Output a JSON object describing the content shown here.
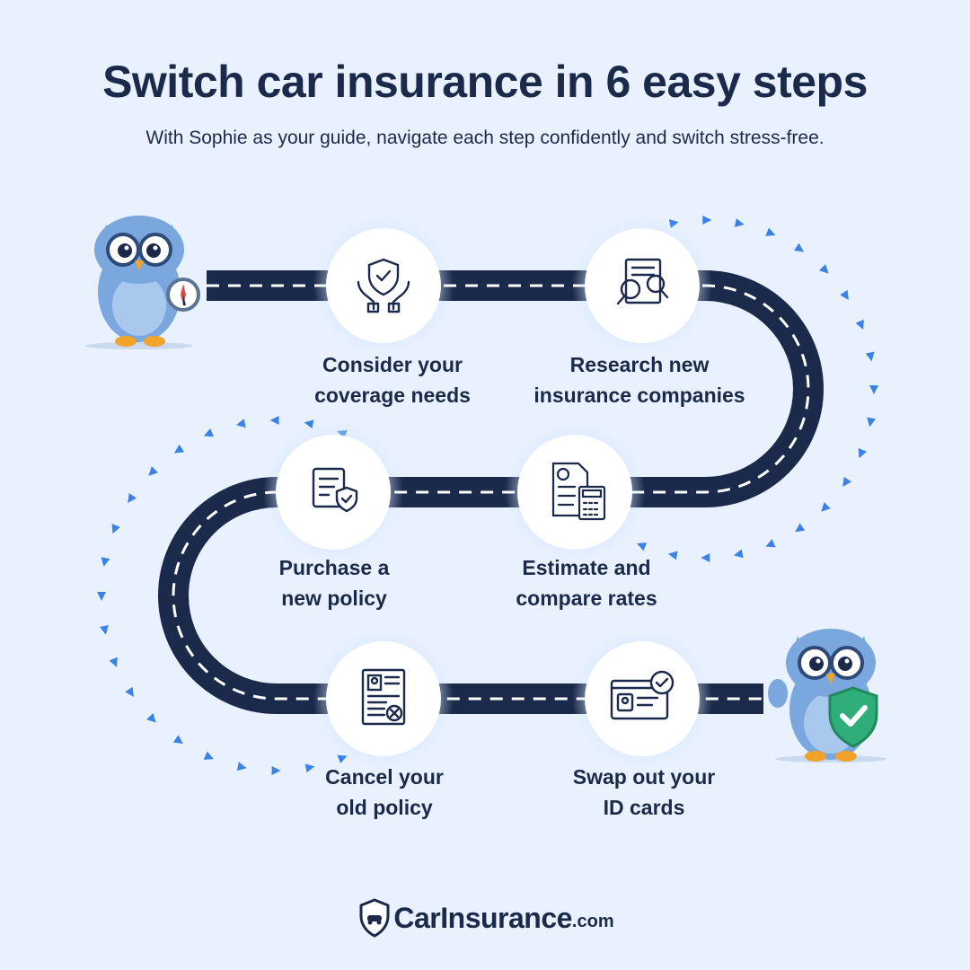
{
  "header": {
    "title": "Switch car insurance in 6 easy steps",
    "subtitle": "With Sophie as your guide, navigate each step confidently and switch stress-free."
  },
  "steps": [
    {
      "line1": "Consider your",
      "line2": "coverage needs",
      "icon": "shield-hands-icon"
    },
    {
      "line1": "Research new",
      "line2": "insurance companies",
      "icon": "document-search-icon"
    },
    {
      "line1": "Estimate and",
      "line2": "compare rates",
      "icon": "calculator-document-icon"
    },
    {
      "line1": "Purchase a",
      "line2": "new policy",
      "icon": "document-shield-icon"
    },
    {
      "line1": "Cancel your",
      "line2": "old policy",
      "icon": "document-cancel-icon"
    },
    {
      "line1": "Swap out your",
      "line2": "ID cards",
      "icon": "id-card-check-icon"
    }
  ],
  "mascot": {
    "start_icon": "owl-compass-icon",
    "end_icon": "owl-shield-icon"
  },
  "logo": {
    "name": "CarInsurance",
    "tld": ".com",
    "icon": "shield-car-icon"
  },
  "colors": {
    "background": "#e8f1fd",
    "road": "#1b2a4a",
    "text": "#1b2a4a",
    "owl": "#7aa7dd",
    "arrow": "#3b82e6",
    "check_shield": "#2fae7a"
  }
}
